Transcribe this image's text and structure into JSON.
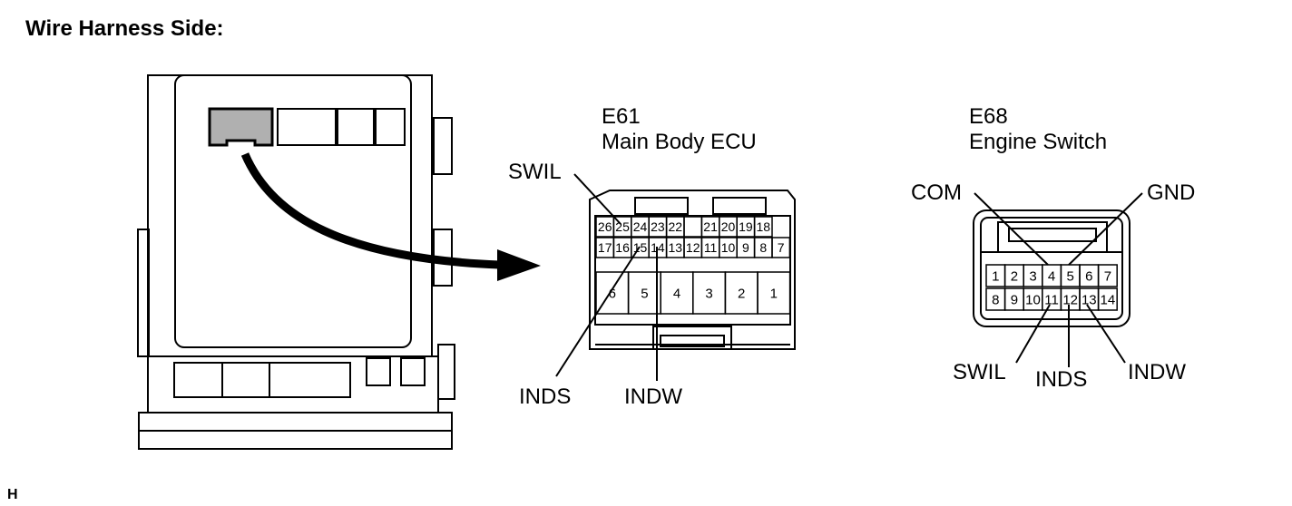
{
  "page": {
    "title": "Wire Harness Side:",
    "corner_mark": "H"
  },
  "connector_e61": {
    "code": "E61",
    "name": "Main Body ECU",
    "row1": [
      "26",
      "25",
      "24",
      "23",
      "22",
      "",
      "21",
      "20",
      "19",
      "18"
    ],
    "row2": [
      "17",
      "16",
      "15",
      "14",
      "13",
      "12",
      "11",
      "10",
      "9",
      "8",
      "7"
    ],
    "row3": [
      "6",
      "5",
      "4",
      "3",
      "2",
      "1"
    ],
    "callouts": {
      "swil": "SWIL",
      "inds": "INDS",
      "indw": "INDW"
    }
  },
  "connector_e68": {
    "code": "E68",
    "name": "Engine Switch",
    "row1": [
      "1",
      "2",
      "3",
      "4",
      "5",
      "6",
      "7"
    ],
    "row2": [
      "8",
      "9",
      "10",
      "11",
      "12",
      "13",
      "14"
    ],
    "callouts": {
      "com": "COM",
      "gnd": "GND",
      "swil": "SWIL",
      "inds": "INDS",
      "indw": "INDW"
    }
  },
  "colors": {
    "line": "#000000",
    "highlight": "#b0b0b0",
    "background": "#ffffff"
  }
}
